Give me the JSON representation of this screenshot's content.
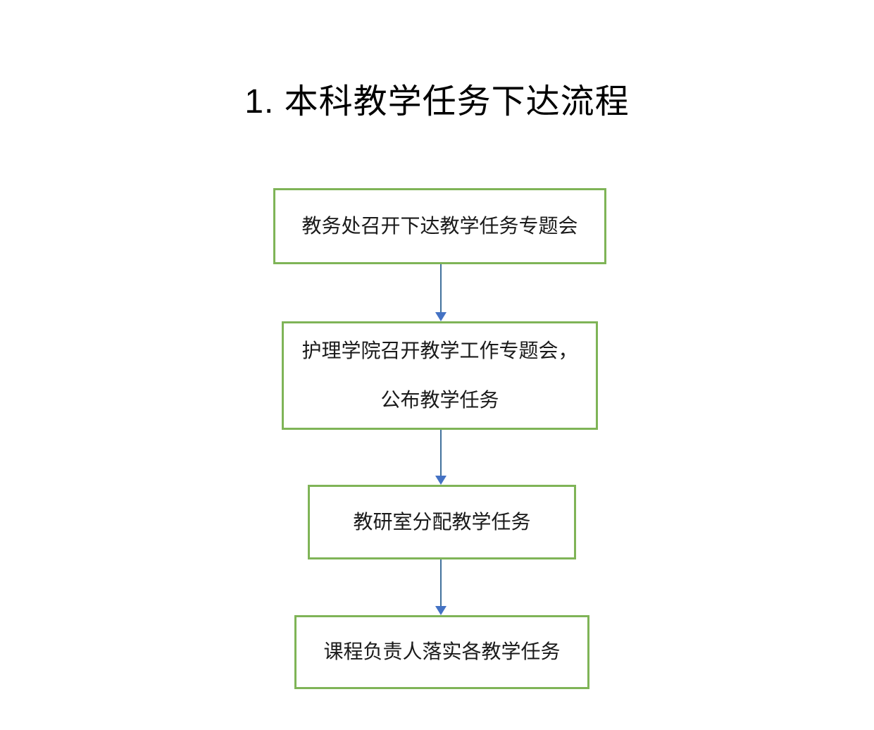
{
  "title": "1. 本科教学任务下达流程",
  "flowchart": {
    "steps": [
      {
        "id": 1,
        "lines": [
          "教务处召开下达教学任务专题会"
        ]
      },
      {
        "id": 2,
        "lines": [
          "护理学院召开教学工作专题会，",
          "公布教学任务"
        ]
      },
      {
        "id": 3,
        "lines": [
          "教研室分配教学任务"
        ]
      },
      {
        "id": 4,
        "lines": [
          "课程负责人落实各教学任务"
        ]
      }
    ],
    "connections": [
      {
        "from": 1,
        "to": 2,
        "type": "arrow-down"
      },
      {
        "from": 2,
        "to": 3,
        "type": "arrow-down"
      },
      {
        "from": 3,
        "to": 4,
        "type": "arrow-down"
      }
    ],
    "colors": {
      "box_border": "#7fb457",
      "arrow_line": "#41719c",
      "arrow_head": "#4472c4",
      "text": "#1a1a1a",
      "title_text": "#000000",
      "background": "#ffffff"
    }
  }
}
